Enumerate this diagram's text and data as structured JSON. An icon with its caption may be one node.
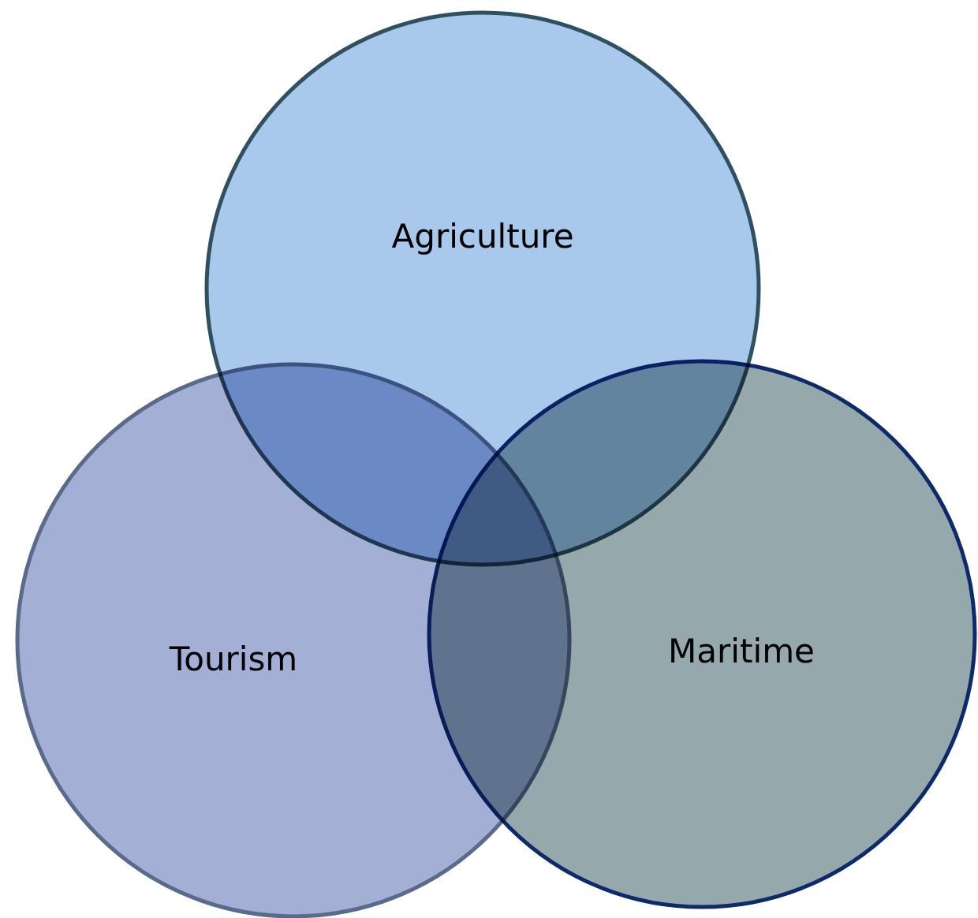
{
  "diagram": {
    "nodes": [
      {
        "text": [
          "Agriculture"
        ]
      },
      {
        "text": [
          "Tourism"
        ]
      },
      {
        "text": [
          "Maritime"
        ]
      }
    ]
  }
}
